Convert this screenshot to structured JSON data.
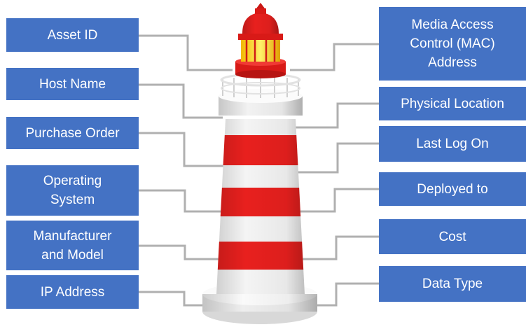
{
  "left_labels": [
    {
      "text": "Asset ID"
    },
    {
      "text": "Host Name"
    },
    {
      "text": "Purchase Order"
    },
    {
      "text": "Operating\nSystem"
    },
    {
      "text": "Manufacturer\nand Model"
    },
    {
      "text": "IP Address"
    }
  ],
  "right_labels": [
    {
      "text": "Media Access\nControl (MAC)\nAddress"
    },
    {
      "text": "Physical Location"
    },
    {
      "text": "Last Log On"
    },
    {
      "text": "Deployed to"
    },
    {
      "text": "Cost"
    },
    {
      "text": "Data Type"
    }
  ],
  "colors": {
    "box_fill": "#4472c4",
    "box_text": "#ffffff",
    "connector": "#b0b0b0",
    "lighthouse_red": "#e8201e",
    "lighthouse_white": "#f4f4f4",
    "lamp": "#ffd21a"
  },
  "illustration": {
    "icon": "lighthouse-icon"
  }
}
